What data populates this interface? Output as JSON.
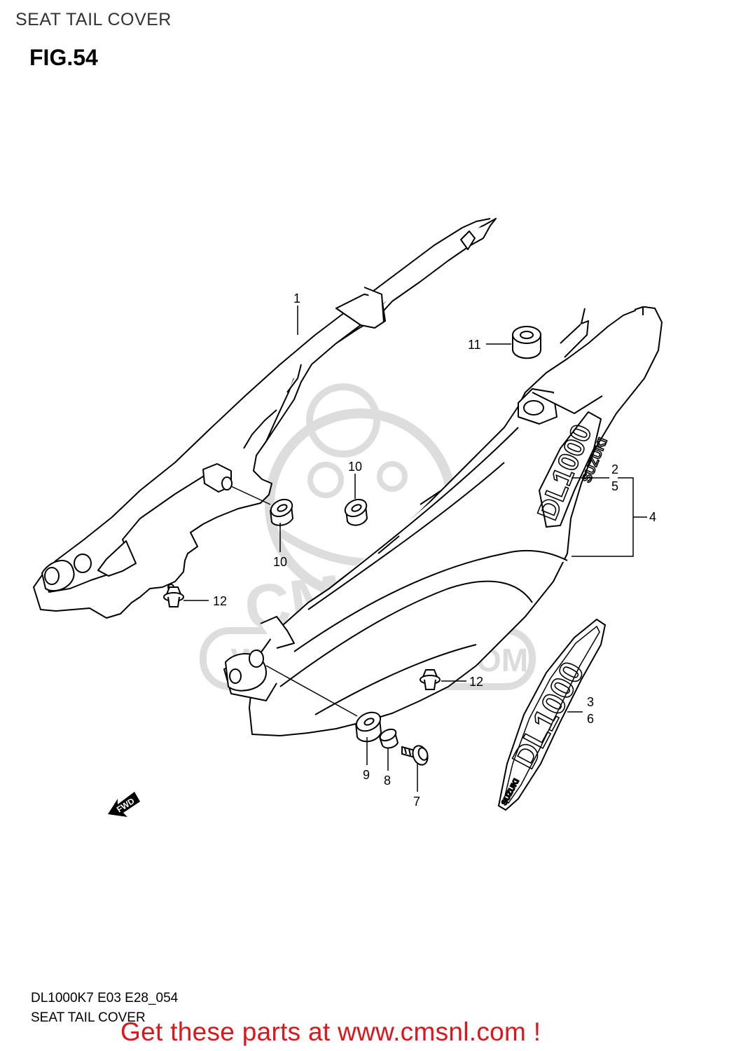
{
  "header": {
    "page_title": "SEAT TAIL COVER",
    "figure_label": "FIG.54"
  },
  "watermark": {
    "url_text": "WWW.CMSNL.COM",
    "brand_text": "CMS"
  },
  "decals": {
    "panel_logo": "DL1000",
    "panel_brand": "SUZUKI",
    "strip_logo": "DL1000",
    "strip_brand": "SUZUKI"
  },
  "fwd_arrow": "FWD",
  "callouts": [
    {
      "id": "c1",
      "label": "1"
    },
    {
      "id": "c2",
      "label": "2"
    },
    {
      "id": "c3",
      "label": "3"
    },
    {
      "id": "c4",
      "label": "4"
    },
    {
      "id": "c5",
      "label": "5"
    },
    {
      "id": "c6",
      "label": "6"
    },
    {
      "id": "c7",
      "label": "7"
    },
    {
      "id": "c8",
      "label": "8"
    },
    {
      "id": "c9",
      "label": "9"
    },
    {
      "id": "c10a",
      "label": "10"
    },
    {
      "id": "c10b",
      "label": "10"
    },
    {
      "id": "c11",
      "label": "11"
    },
    {
      "id": "c12a",
      "label": "12"
    },
    {
      "id": "c12b",
      "label": "12"
    }
  ],
  "footer": {
    "model_code": "DL1000K7 E03 E28_054",
    "title": "SEAT TAIL COVER",
    "promo": "Get these parts at www.cmsnl.com !"
  }
}
